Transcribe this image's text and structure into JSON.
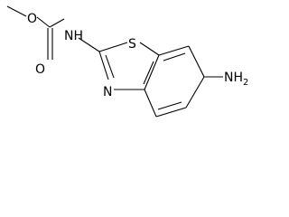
{
  "molecule": {
    "atoms": {
      "o_methoxy": "O",
      "o_carbonyl": "O",
      "n_amide": "NH",
      "s_ring": "S",
      "n_ring": "N",
      "n_amine": "NH",
      "n_amine_subscript": "2"
    },
    "colors": {
      "bond": "#000000",
      "label": "#000000",
      "background": "#ffffff"
    }
  }
}
